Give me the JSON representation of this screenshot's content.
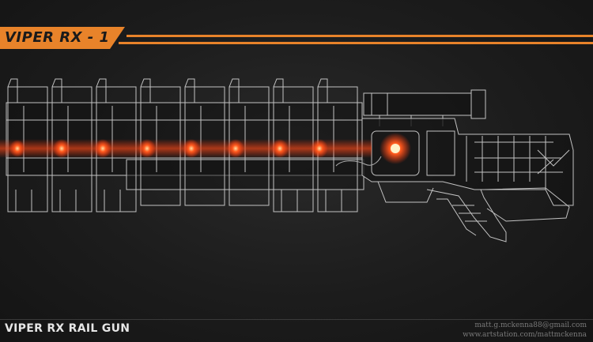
{
  "header": {
    "title": "VIPER RX - 1"
  },
  "footer": {
    "title": "VIPER RX RAIL GUN",
    "email": "matt.g.mckenna88@gmail.com",
    "website": "www.artstation.com/mattmckenna"
  },
  "colors": {
    "accent": "#e8832a",
    "wire": "#d8d8d8",
    "glow": "#ff4a1a",
    "background": "#1e1e1e"
  }
}
